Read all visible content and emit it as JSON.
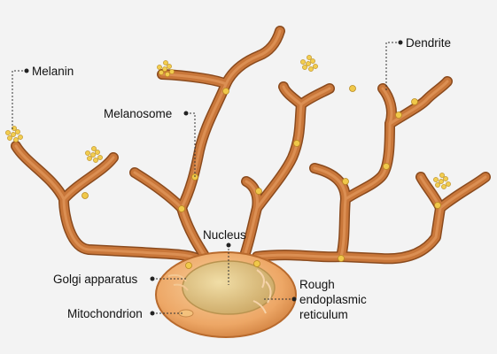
{
  "diagram": {
    "colors": {
      "background": "#f3f3f3",
      "dendrite_outline": "#8a4a1d",
      "dendrite_fill": "#c9773a",
      "dendrite_highlight": "#e39a5e",
      "soma_fill": "#e9a468",
      "nucleus_fill": "#dcc07e",
      "granule": "#f0c84a",
      "leader_line": "#333333"
    },
    "labels": {
      "melanin": "Melanin",
      "melanosome": "Melanosome",
      "dendrite": "Dendrite",
      "nucleus": "Nucleus",
      "golgi": "Golgi apparatus",
      "mitochondrion": "Mitochondrion",
      "rer_line1": "Rough",
      "rer_line2": "endoplasmic",
      "rer_line3": "reticulum"
    }
  }
}
